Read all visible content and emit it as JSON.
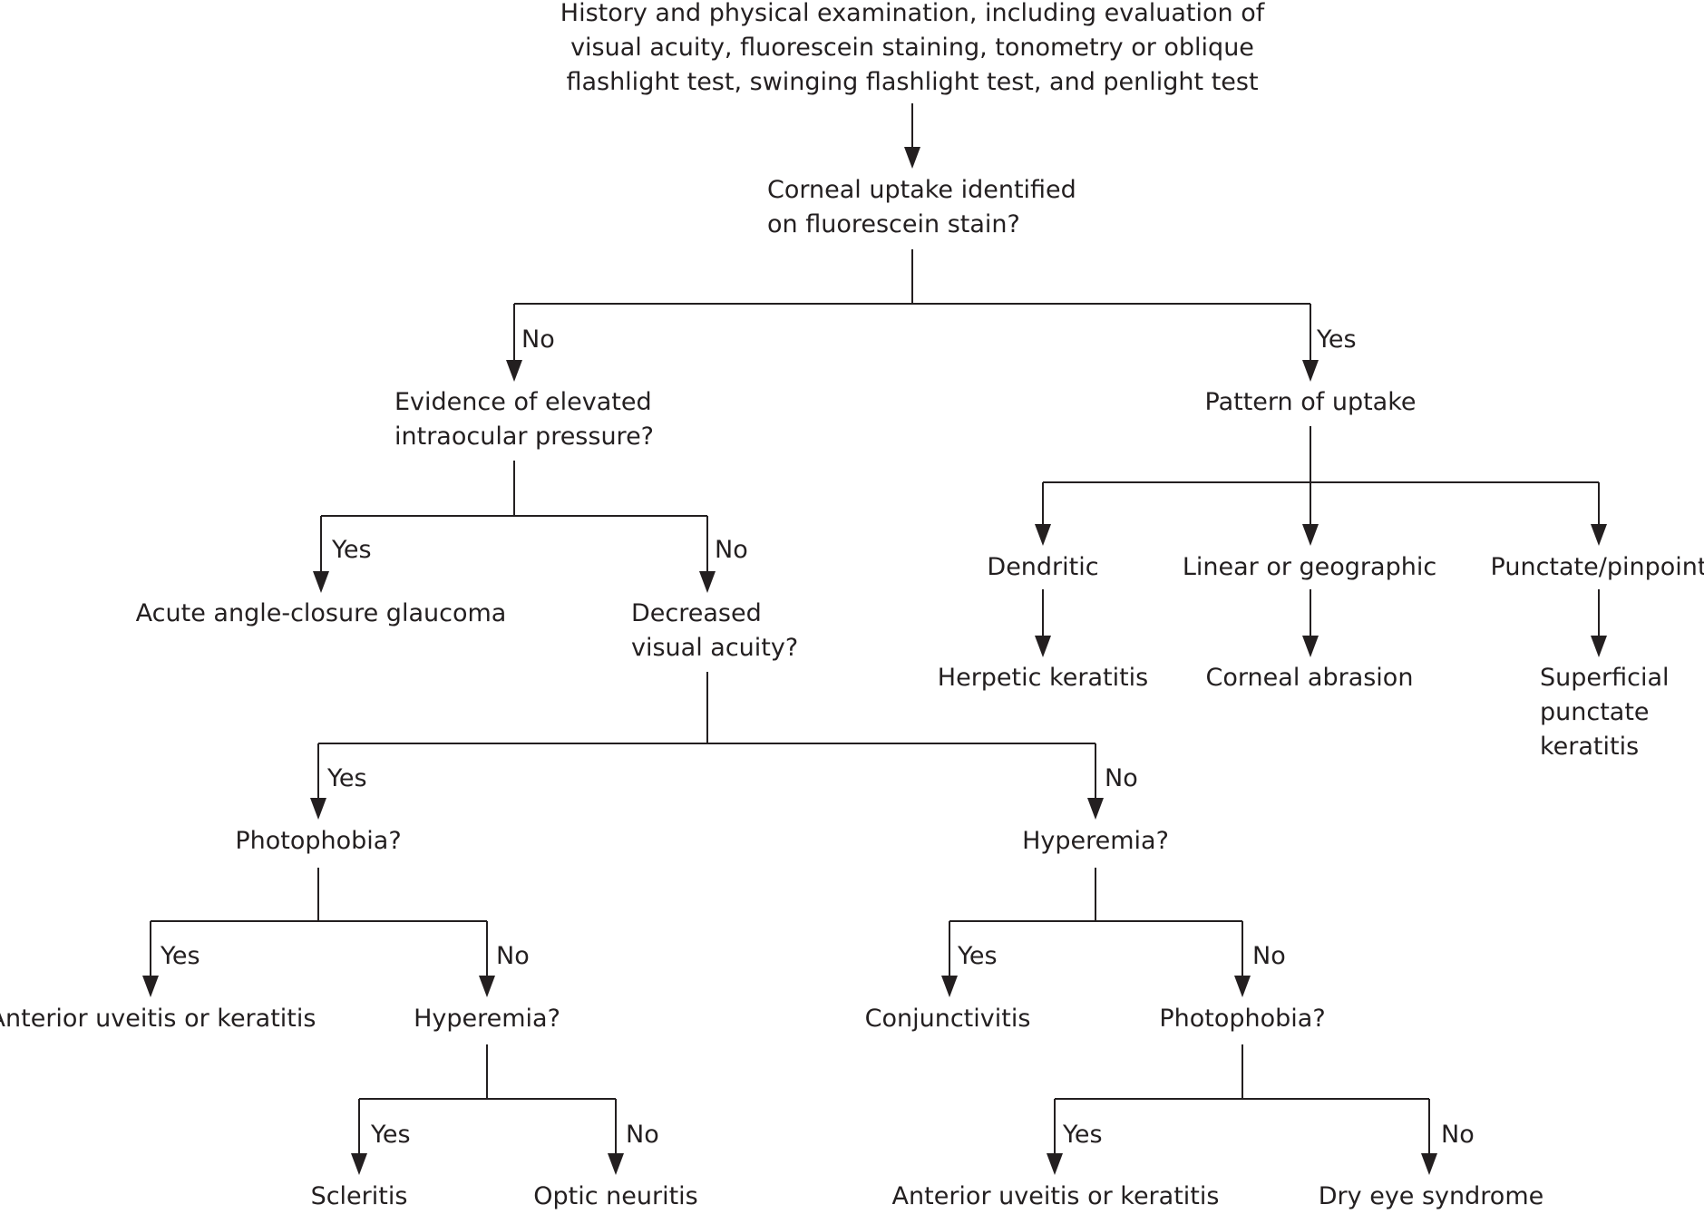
{
  "nodes": {
    "start": "History and physical examination, including evaluation of\nvisual acuity, fluorescein staining, tonometry or oblique\nflashlight test, swinging flashlight test, and penlight test",
    "corneal": "Corneal uptake identified\non fluorescein stain?",
    "iop": "Evidence of elevated\nintraocular pressure?",
    "pattern": "Pattern of uptake",
    "glaucoma": "Acute angle-closure glaucoma",
    "dva": "Decreased\nvisual acuity?",
    "dendritic": "Dendritic",
    "linear": "Linear or geographic",
    "punctate": "Punctate/pinpoint",
    "herpetic": "Herpetic keratitis",
    "abrasion": "Corneal abrasion",
    "spk": "Superficial\npunctate\nkeratitis",
    "photo1": "Photophobia?",
    "hyper1": "Hyperemia?",
    "uveitis1": "Anterior uveitis or keratitis",
    "hyper2": "Hyperemia?",
    "conj": "Conjunctivitis",
    "photo2": "Photophobia?",
    "scleritis": "Scleritis",
    "optic": "Optic neuritis",
    "uveitis2": "Anterior uveitis or keratitis",
    "dry": "Dry eye syndrome"
  },
  "branch_labels": {
    "no": "No",
    "yes": "Yes"
  },
  "colors": {
    "line": "#231f20",
    "text": "#231f20",
    "background": "#ffffff"
  }
}
